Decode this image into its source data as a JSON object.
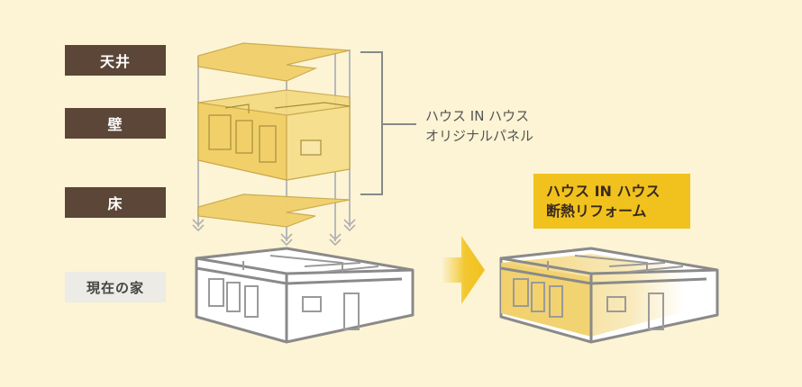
{
  "labels": {
    "ceiling": "天井",
    "wall": "壁",
    "floor": "床",
    "current_house": "現在の家"
  },
  "panel_caption": {
    "line1": "ハウス IN ハウス",
    "line2": "オリジナルパネル"
  },
  "reform": {
    "line1": "ハウス IN ハウス",
    "line2": "断熱リフォーム"
  },
  "colors": {
    "background": "#fcf4d5",
    "label_dark": "#5b4637",
    "label_light": "#ecebe6",
    "panel_fill": "#f1d06a",
    "accent": "#f1c21d",
    "outline_gray": "#8a8a8a"
  }
}
